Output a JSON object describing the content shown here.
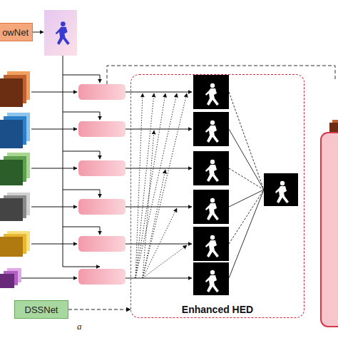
{
  "diagram": {
    "nodes": [
      {
        "text": [
          "owNet"
        ]
      },
      {
        "text": [
          "Enhanced HED"
        ]
      },
      {
        "text": [
          "DSSNet"
        ]
      }
    ],
    "edges": [
      {
        "from": 2,
        "to": 1,
        "arrow": "to"
      }
    ],
    "labels": [
      "a"
    ]
  }
}
